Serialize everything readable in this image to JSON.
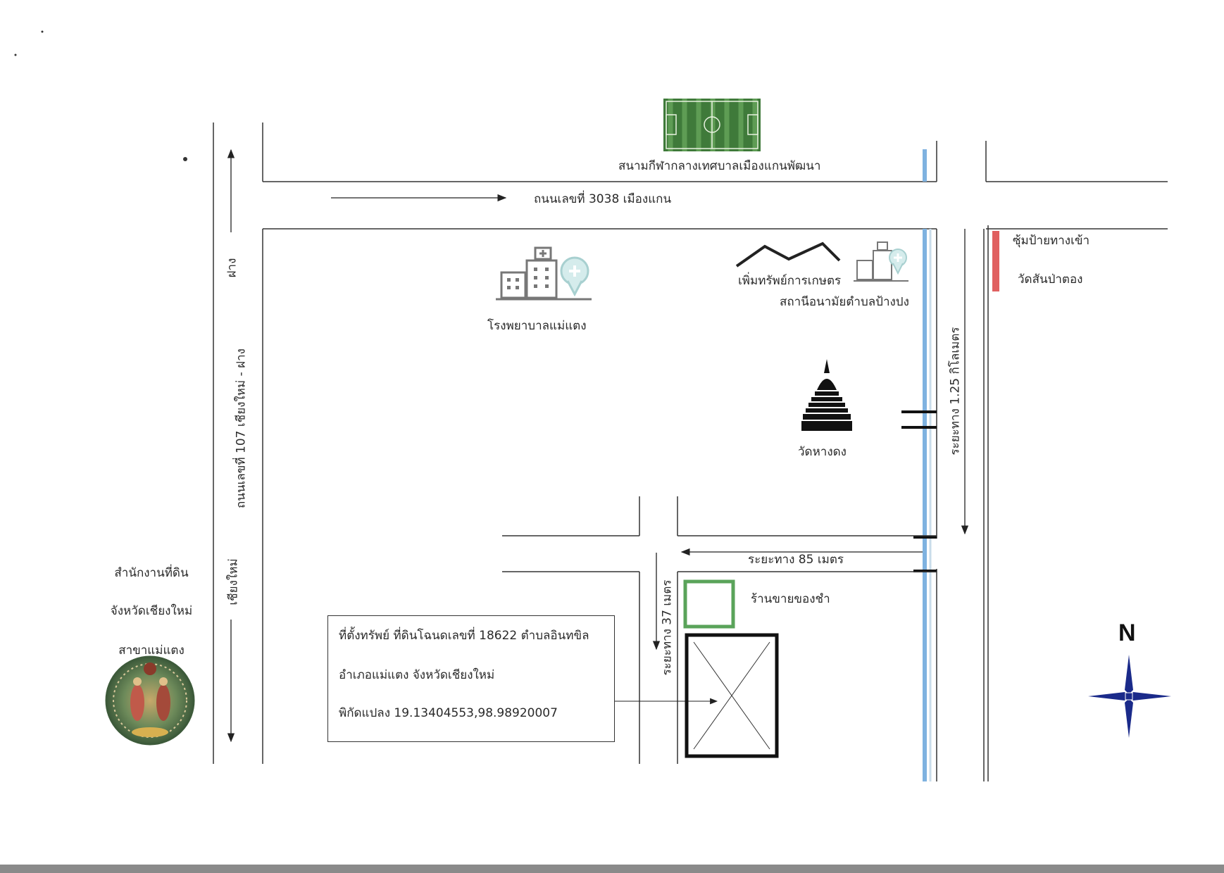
{
  "roads": {
    "top_road": "ถนนเลขที่ 3038  เมืองแกน",
    "left_road": "ถนนเลขที่ 107 เชียงใหม่ - ฝาง",
    "direction_fang": "ฝาง",
    "direction_chiangmai": "เชียงใหม่"
  },
  "landmarks": {
    "stadium": "สนามกีฬากลางเทศบาลเมืองแกนพัฒนา",
    "hospital": "โรงพยาบาลแม่แตง",
    "agri": "เพิ่มทรัพย์การเกษตร",
    "health_station": "สถานีอนามัยตำบลป้างปง",
    "temple": "วัดหางดง",
    "shop": "ร้านขายของชำ",
    "entrance_gate": "ซุ้มป้ายทางเข้า",
    "wat_san_pa_tong": "วัดสันป่าตอง"
  },
  "distances": {
    "d_1_25km": "ระยะทาง 1.25 กิโลเมตร",
    "d_85m": "ระยะทาง  85  เมตร",
    "d_37m": "ระยะทาง 37 เมตร"
  },
  "info_box": {
    "line1": "ที่ตั้งทรัพย์ ที่ดินโฉนดเลขที่ 18622  ตำบลอินทขิล",
    "line2": "อำเภอแม่แตง  จังหวัดเชียงใหม่",
    "line3": "พิกัดแปลง 19.13404553,98.98920007"
  },
  "office": {
    "line1": "สำนักงานที่ดิน",
    "line2": "จังหวัดเชียงใหม่",
    "line3": "สาขาแม่แตง"
  },
  "compass": {
    "north_label": "N"
  },
  "colors": {
    "river": "#7fb2e0",
    "stadium": "#3f7a3a",
    "shop": "#5aa35a",
    "gate": "#e06060"
  },
  "icons": [
    "football-field-icon",
    "hospital-icon",
    "mountain-icon",
    "health-station-icon",
    "stupa-icon",
    "compass-icon",
    "seal-icon"
  ]
}
